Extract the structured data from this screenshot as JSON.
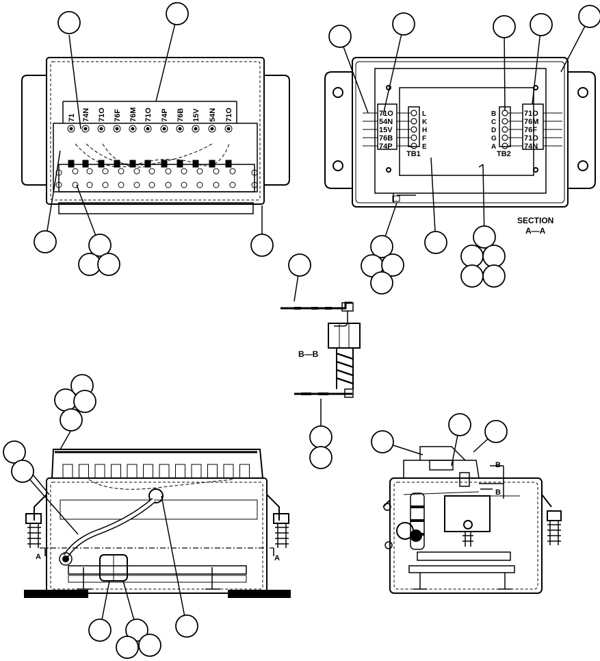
{
  "view_top_left": {
    "terminal_labels": [
      "71",
      "74N",
      "71O",
      "76F",
      "76M",
      "71O",
      "74P",
      "76B",
      "15V",
      "54N",
      "71O"
    ]
  },
  "view_top_right": {
    "tb1_wires": [
      "71O",
      "54N",
      "15V",
      "76B",
      "74P"
    ],
    "tb1_letters": [
      "L",
      "K",
      "H",
      "F",
      "E"
    ],
    "tb1_name": "TB1",
    "tb2_letters": [
      "B",
      "C",
      "D",
      "G",
      "A"
    ],
    "tb2_wires": [
      "71O",
      "76M",
      "76F",
      "71O",
      "74N"
    ],
    "tb2_name": "TB2",
    "section_line1": "SECTION",
    "section_line2": "A—A"
  },
  "view_center": {
    "section_label": "B—B"
  },
  "view_bottom_left": {
    "arrow_left": "A",
    "arrow_right": "A"
  },
  "view_bottom_right": {
    "arrow_top": "B",
    "arrow_mid": "B"
  }
}
